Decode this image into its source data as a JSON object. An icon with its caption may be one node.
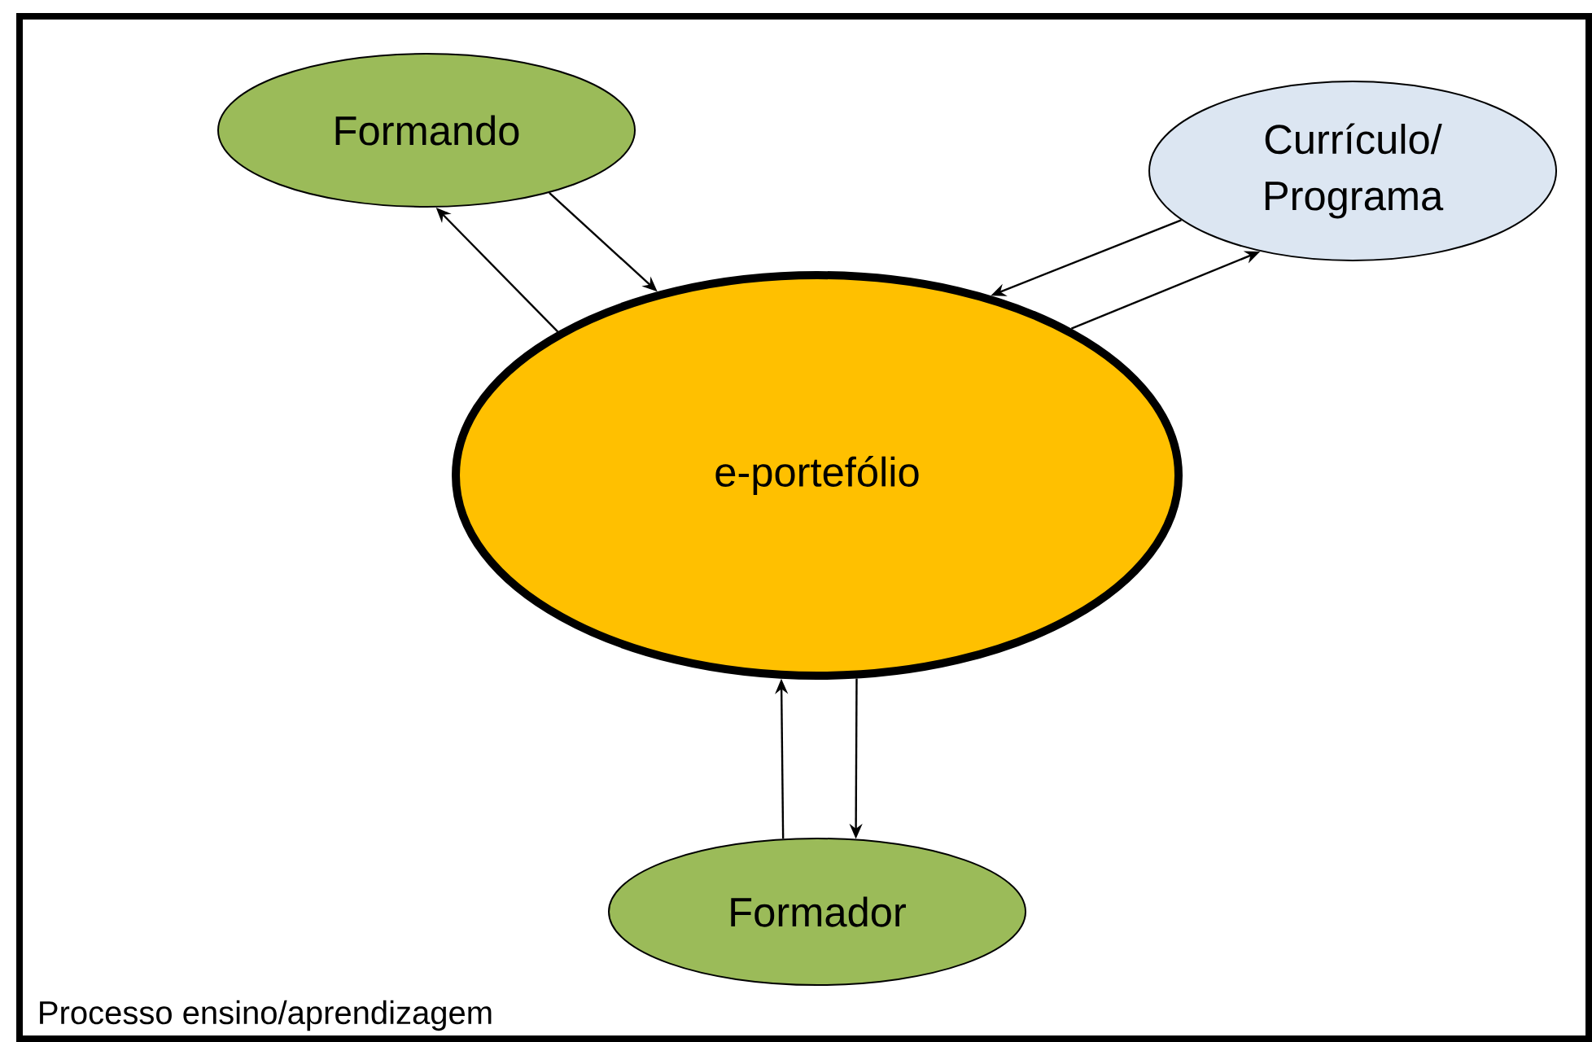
{
  "diagram": {
    "nodes": [
      {
        "text": [
          "Processo ensino/aprendizagem"
        ]
      },
      {
        "text": [
          "Formando"
        ],
        "in": 0
      },
      {
        "text": [
          "Currículo/ Programa"
        ],
        "in": 0
      },
      {
        "text": [
          "e-portefólio"
        ],
        "in": 0
      },
      {
        "text": [
          "Formador"
        ],
        "in": 0
      }
    ],
    "edges": [
      {
        "from": 3,
        "to": 1,
        "arrow": "to"
      },
      {
        "from": 1,
        "to": 3,
        "arrow": "to"
      },
      {
        "from": 2,
        "to": 3,
        "arrow": "to"
      },
      {
        "from": 3,
        "to": 2,
        "arrow": "to"
      },
      {
        "from": 4,
        "to": 3,
        "arrow": "to"
      },
      {
        "from": 3,
        "to": 4,
        "arrow": "to"
      }
    ]
  }
}
